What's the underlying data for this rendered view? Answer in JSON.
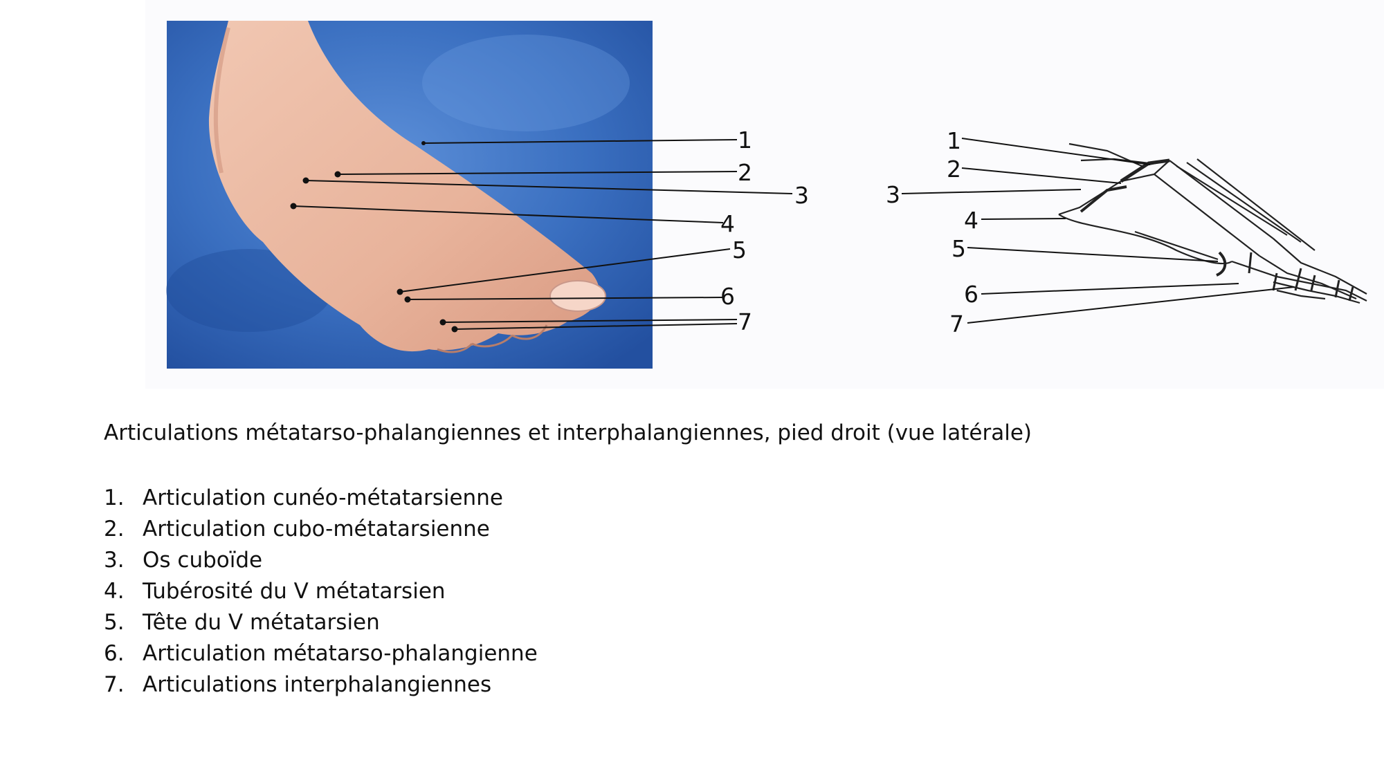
{
  "caption": "Articulations métatarso-phalangiennes et interphalangiennes, pied droit (vue latérale)",
  "legend": [
    {
      "num": "1.",
      "label": "Articulation cunéo-métatarsienne"
    },
    {
      "num": "2.",
      "label": "Articulation cubo-métatarsienne"
    },
    {
      "num": "3.",
      "label": "Os cuboïde"
    },
    {
      "num": "4.",
      "label": "Tubérosité du V métatarsien"
    },
    {
      "num": "5.",
      "label": "Tête du V métatarsien"
    },
    {
      "num": "6.",
      "label": "Articulation métatarso-phalangienne"
    },
    {
      "num": "7.",
      "label": "Articulations interphalangiennes"
    }
  ],
  "photo_callouts": [
    "1",
    "2",
    "3",
    "4",
    "5",
    "6",
    "7"
  ],
  "drawing_callouts": [
    "1",
    "2",
    "3",
    "4",
    "5",
    "6",
    "7"
  ],
  "colors": {
    "photo_background": "#3a6fc0",
    "skin": "#e8b7a0",
    "line": "#111111"
  }
}
